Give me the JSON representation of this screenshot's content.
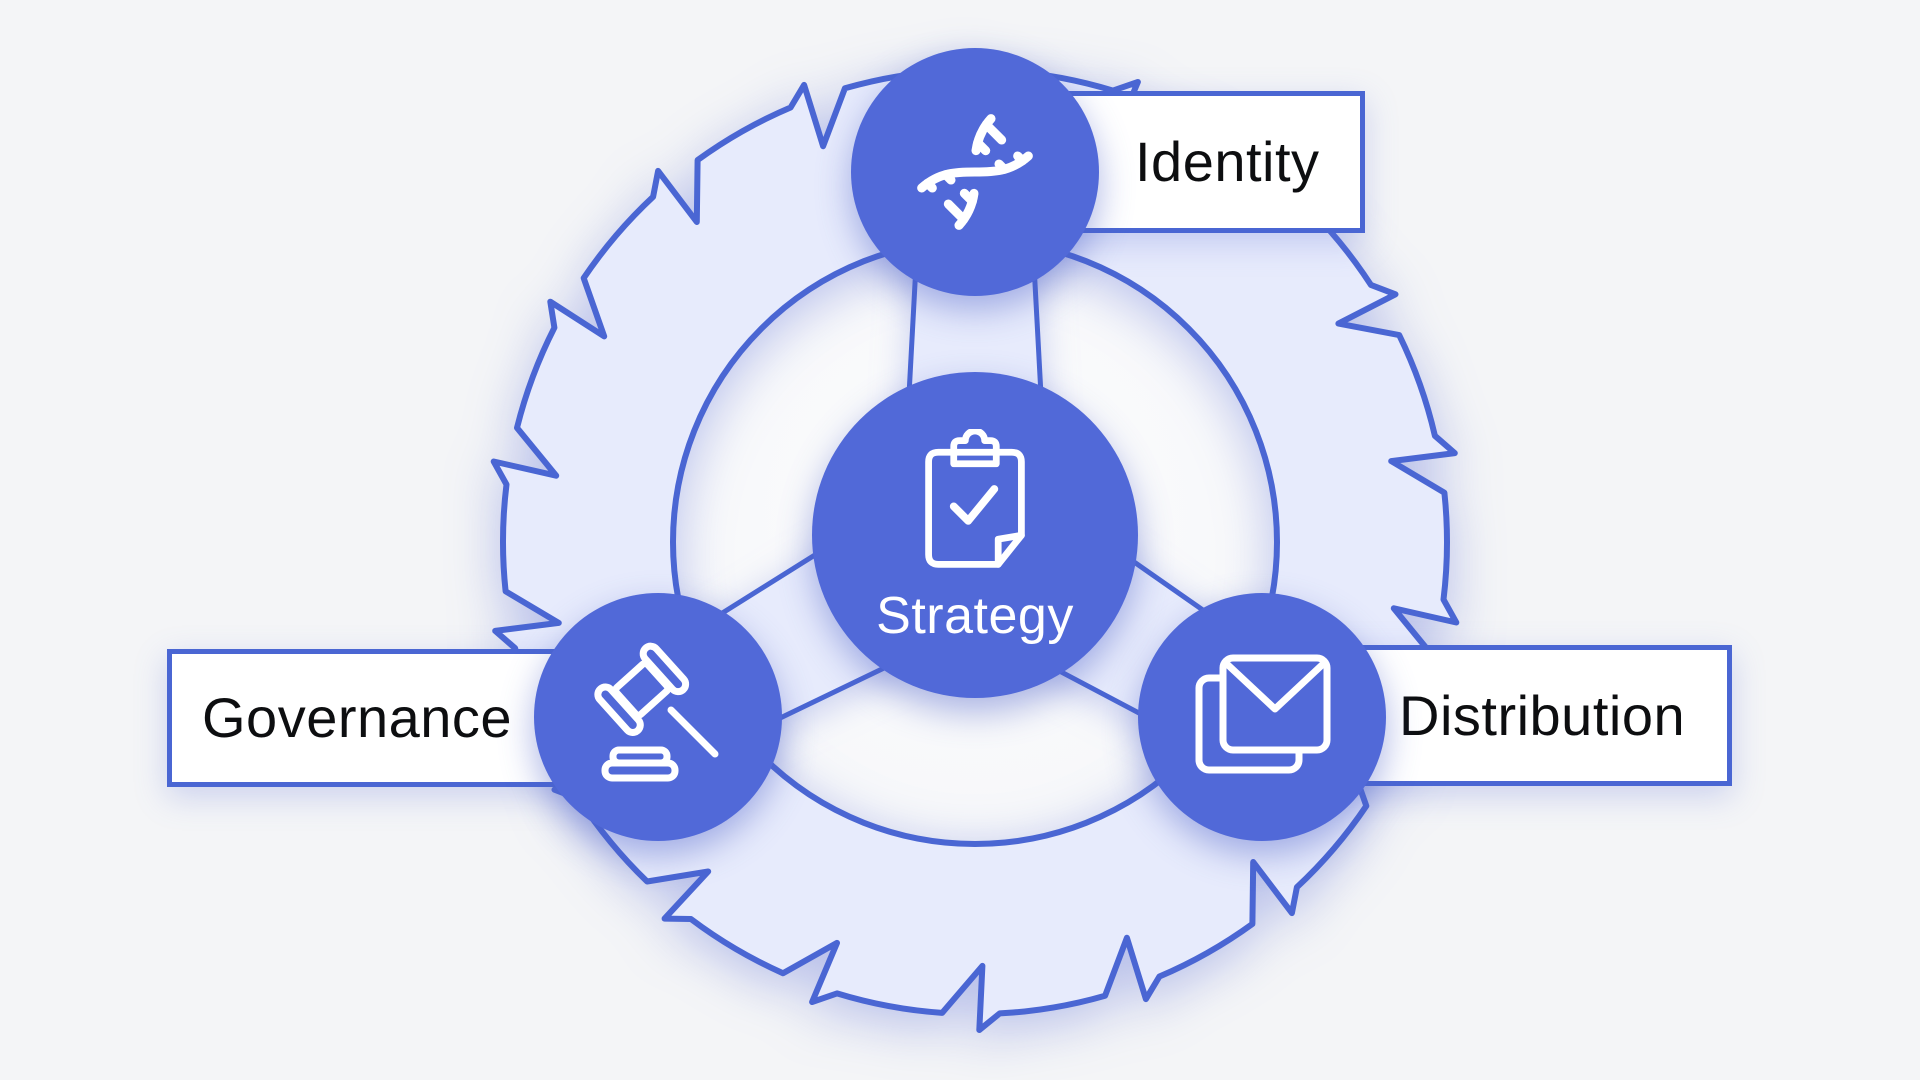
{
  "diagram": {
    "center": {
      "label": "Strategy",
      "icon": "clipboard-check-icon"
    },
    "nodes": [
      {
        "id": "identity",
        "label": "Identity",
        "icon": "dna-icon",
        "position": "top"
      },
      {
        "id": "governance",
        "label": "Governance",
        "icon": "gavel-icon",
        "position": "bottom-left"
      },
      {
        "id": "distribution",
        "label": "Distribution",
        "icon": "envelope-mail-icon",
        "position": "bottom-right"
      }
    ],
    "colors": {
      "accent_blue": "#4a66d3",
      "node_fill": "#5169d8",
      "ring_fill": "#e7ebfc",
      "hub_fill": "#f8f9fb",
      "background": "#f4f5f7",
      "label_text": "#0d0e10",
      "icon_stroke": "#ffffff"
    }
  }
}
